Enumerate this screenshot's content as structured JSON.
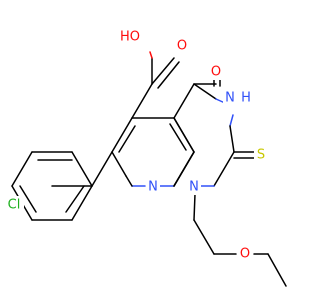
{
  "colors": {
    "background": "#ffffff",
    "bond": "#000000",
    "oxygen": "#ff0d0d",
    "nitrogen": "#3050f8",
    "chlorine": "#1fb01f",
    "sulfur": "#c8c800"
  },
  "atoms": {
    "acid_oh": "HO",
    "acid_o": "O",
    "ketone_o": "O",
    "nh": "H",
    "n3": "N",
    "thione_s": "S",
    "n1": "N",
    "n8": "N",
    "ether_o": "O",
    "chlorine": "Cl"
  }
}
